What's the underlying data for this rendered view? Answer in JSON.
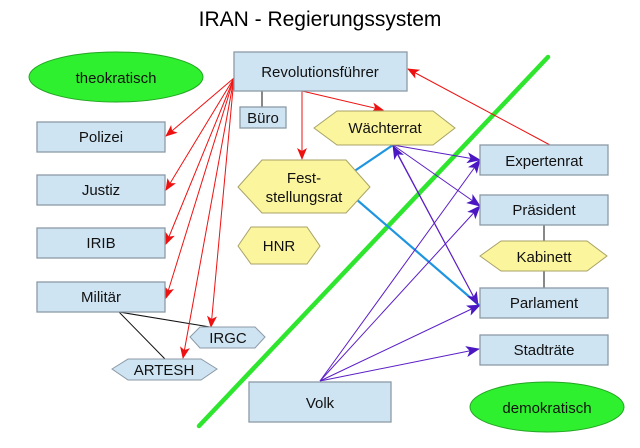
{
  "title": "IRAN - Regierungssystem",
  "regions": {
    "theocratic": "theokratisch",
    "democratic": "demokratisch"
  },
  "nodes": {
    "revolutionsfuehrer": "Revolutionsführer",
    "buero": "Büro",
    "waechterrat": "Wächterrat",
    "feststellungsrat_line1": "Fest-",
    "feststellungsrat_line2": "stellungsrat",
    "hnr": "HNR",
    "polizei": "Polizei",
    "justiz": "Justiz",
    "irib": "IRIB",
    "militaer": "Militär",
    "irgc": "IRGC",
    "artesh": "ARTESH",
    "expertenrat": "Expertenrat",
    "praesident": "Präsident",
    "kabinett": "Kabinett",
    "parlament": "Parlament",
    "stadtraete": "Stadträte",
    "volk": "Volk"
  },
  "edges": [
    {
      "from": "Revolutionsführer",
      "to": "Polizei",
      "type": "appoints",
      "color": "#ee1111"
    },
    {
      "from": "Revolutionsführer",
      "to": "Justiz",
      "type": "appoints",
      "color": "#ee1111"
    },
    {
      "from": "Revolutionsführer",
      "to": "IRIB",
      "type": "appoints",
      "color": "#ee1111"
    },
    {
      "from": "Revolutionsführer",
      "to": "Militär",
      "type": "appoints",
      "color": "#ee1111"
    },
    {
      "from": "Revolutionsführer",
      "to": "IRGC",
      "type": "appoints",
      "color": "#ee1111"
    },
    {
      "from": "Revolutionsführer",
      "to": "ARTESH",
      "type": "appoints",
      "color": "#ee1111"
    },
    {
      "from": "Revolutionsführer",
      "to": "Feststellungsrat",
      "type": "appoints",
      "color": "#ee1111"
    },
    {
      "from": "Revolutionsführer",
      "to": "Wächterrat",
      "type": "appoints",
      "color": "#ee1111"
    },
    {
      "from": "Expertenrat",
      "to": "Revolutionsführer",
      "type": "elects",
      "color": "#ee1111"
    },
    {
      "from": "Revolutionsführer",
      "to": "Büro",
      "type": "link",
      "color": "#111111"
    },
    {
      "from": "Militär",
      "to": "IRGC",
      "type": "link",
      "color": "#111111"
    },
    {
      "from": "Militär",
      "to": "ARTESH",
      "type": "link",
      "color": "#111111"
    },
    {
      "from": "Präsident",
      "to": "Kabinett",
      "type": "link",
      "color": "#111111"
    },
    {
      "from": "Kabinett",
      "to": "Parlament",
      "type": "link",
      "color": "#111111"
    },
    {
      "from": "Wächterrat",
      "to": "Expertenrat",
      "type": "vets",
      "color": "#5a1ec6"
    },
    {
      "from": "Wächterrat",
      "to": "Präsident",
      "type": "vets",
      "color": "#5a1ec6"
    },
    {
      "from": "Wächterrat",
      "to": "Parlament",
      "type": "vets",
      "color": "#5a1ec6"
    },
    {
      "from": "Parlament",
      "to": "Wächterrat",
      "type": "vets",
      "color": "#5a1ec6"
    },
    {
      "from": "Feststellungsrat",
      "to": "Wächterrat",
      "type": "mediates",
      "color": "#1f95e0"
    },
    {
      "from": "Feststellungsrat",
      "to": "Parlament",
      "type": "mediates",
      "color": "#1f95e0"
    },
    {
      "from": "Volk",
      "to": "Expertenrat",
      "type": "elects",
      "color": "#5a1ec6"
    },
    {
      "from": "Volk",
      "to": "Präsident",
      "type": "elects",
      "color": "#5a1ec6"
    },
    {
      "from": "Volk",
      "to": "Parlament",
      "type": "elects",
      "color": "#5a1ec6"
    },
    {
      "from": "Volk",
      "to": "Stadträte",
      "type": "elects",
      "color": "#5a1ec6"
    }
  ],
  "colors": {
    "box_fill": "#cfe4f3",
    "hexagon_fill": "#fbf59e",
    "region_fill": "#2ef02e",
    "divider": "#2ee62e",
    "leader_arrows": "#ee1111",
    "election_arrows": "#5a1ec6",
    "mediation_lines": "#1f95e0"
  }
}
